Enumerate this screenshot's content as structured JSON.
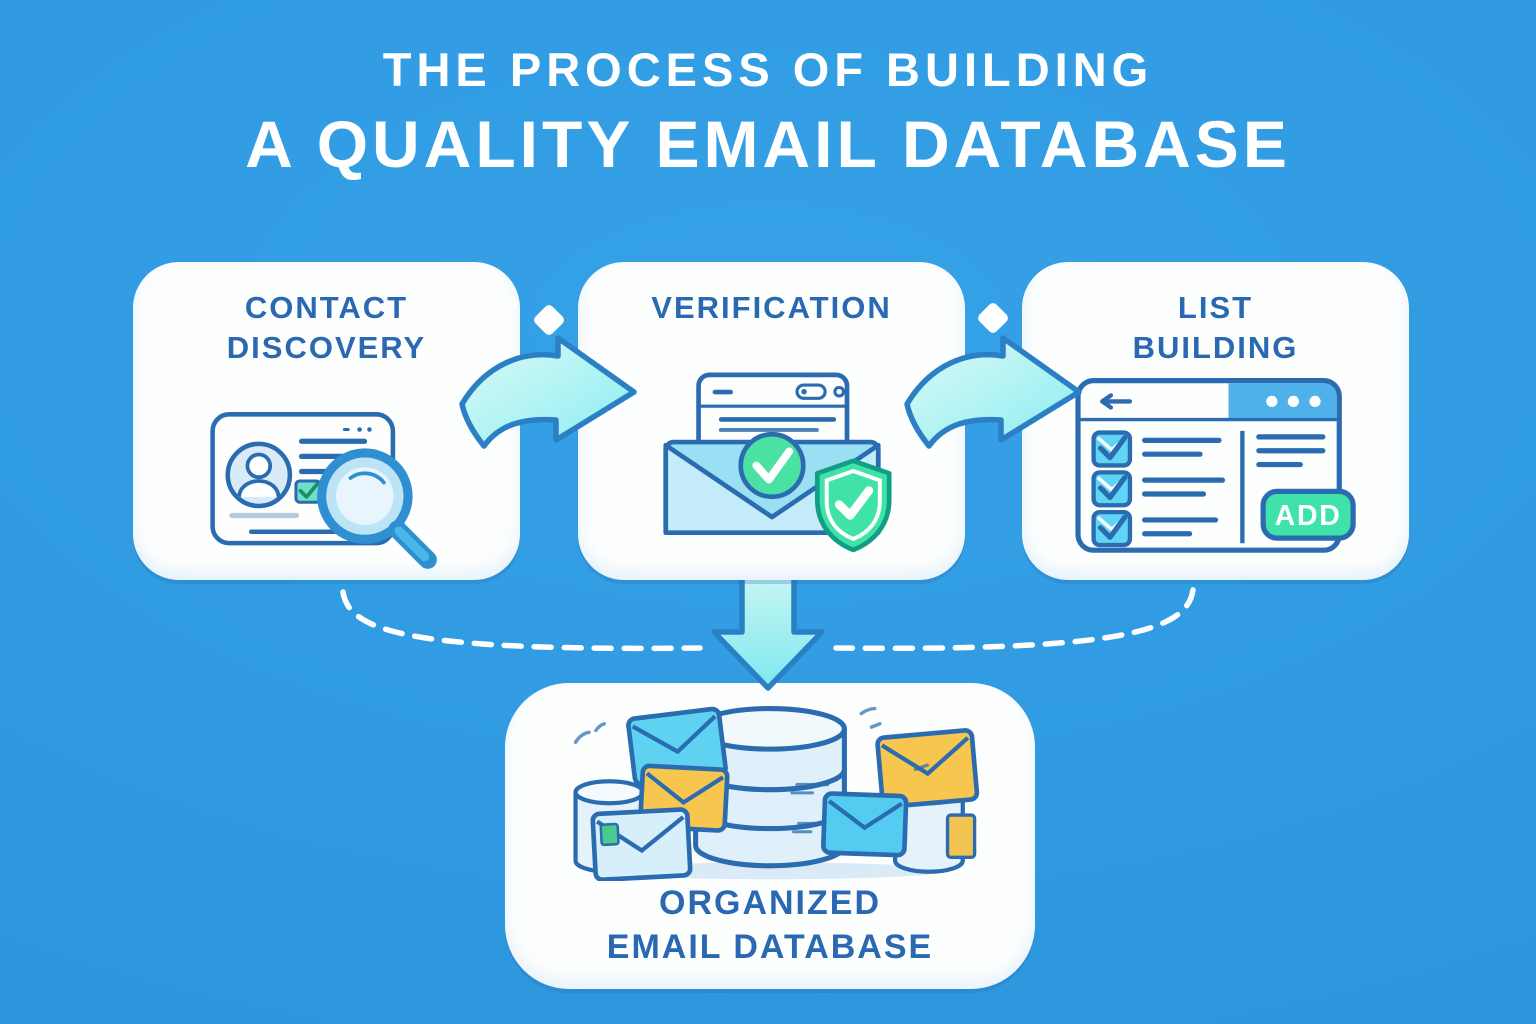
{
  "title": {
    "line1": "THE PROCESS OF BUILDING",
    "line2": "A QUALITY EMAIL DATABASE"
  },
  "steps": [
    {
      "id": "contact-discovery",
      "lines": [
        "CONTACT",
        "DISCOVERY"
      ]
    },
    {
      "id": "verification",
      "lines": [
        "VERIFICATION"
      ]
    },
    {
      "id": "list-building",
      "lines": [
        "LIST",
        "BUILDING"
      ],
      "add_button_label": "ADD"
    }
  ],
  "result": {
    "lines": [
      "ORGANIZED",
      "EMAIL DATABASE"
    ]
  },
  "icons": {
    "step_contact_discovery": "contact-card-magnifier-icon",
    "step_verification": "verified-email-shield-icon",
    "step_list_building": "checklist-browser-icon",
    "result": "email-database-icon",
    "flow": "curved-arrow-icon",
    "merge": "down-arrow-icon",
    "separator": "diamond-icon"
  },
  "colors": {
    "background": "#319CE2",
    "card_fill": "#FDFEFE",
    "heading_text": "#2A69B2",
    "title_text": "#FFFFFF",
    "outline_blue": "#2B6CB0",
    "arrow_fill": "#A9F0F2",
    "arrow_stroke": "#2B7FC5",
    "green_check": "#4BE1A2",
    "shield_green": "#3FE3A8",
    "add_button_green": "#3FE2A9",
    "cyan_envelope": "#5FD4F4",
    "yellow_envelope": "#F7C64E",
    "dash_line": "#FFFFFF"
  }
}
